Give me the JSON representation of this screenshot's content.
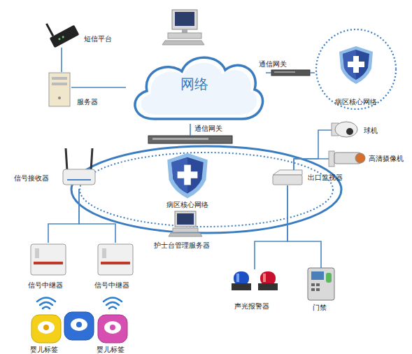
{
  "diagram": {
    "nodes": [
      {
        "text": [
          "网络"
        ]
      },
      {
        "text": [
          "短信平台"
        ]
      },
      {
        "text": [
          "服务器"
        ]
      },
      {
        "text": [
          "通信网关"
        ]
      },
      {
        "text": [
          "病区核心网络"
        ]
      },
      {
        "text": [
          "通信网关"
        ]
      },
      {
        "text": [
          "病区核心网络"
        ]
      },
      {
        "text": [
          "球机"
        ]
      },
      {
        "text": [
          "高清摄像机"
        ]
      },
      {
        "text": [
          "信号接收器"
        ]
      },
      {
        "text": [
          "出口监视器"
        ]
      },
      {
        "text": [
          "护士台管理服务器"
        ]
      },
      {
        "text": [
          "信号中继器"
        ]
      },
      {
        "text": [
          "信号中继器"
        ]
      },
      {
        "text": [
          "婴儿标签"
        ]
      },
      {
        "text": [
          "婴儿标签"
        ]
      },
      {
        "text": [
          "声光报警器"
        ]
      },
      {
        "text": [
          "门禁"
        ]
      }
    ],
    "edges": [
      {
        "from": 1,
        "to": 2,
        "arrow": "none"
      },
      {
        "from": 2,
        "to": 0,
        "arrow": "none"
      },
      {
        "from": 0,
        "to": 3,
        "arrow": "none"
      },
      {
        "from": 3,
        "to": 4,
        "arrow": "none"
      },
      {
        "from": 0,
        "to": 5,
        "arrow": "none"
      },
      {
        "from": 10,
        "to": 7,
        "arrow": "none"
      },
      {
        "from": 10,
        "to": 8,
        "arrow": "none"
      },
      {
        "from": 9,
        "to": 12,
        "arrow": "none"
      },
      {
        "from": 9,
        "to": 13,
        "arrow": "none"
      },
      {
        "from": 10,
        "to": 16,
        "arrow": "none"
      },
      {
        "from": 10,
        "to": 17,
        "arrow": "none"
      }
    ]
  }
}
